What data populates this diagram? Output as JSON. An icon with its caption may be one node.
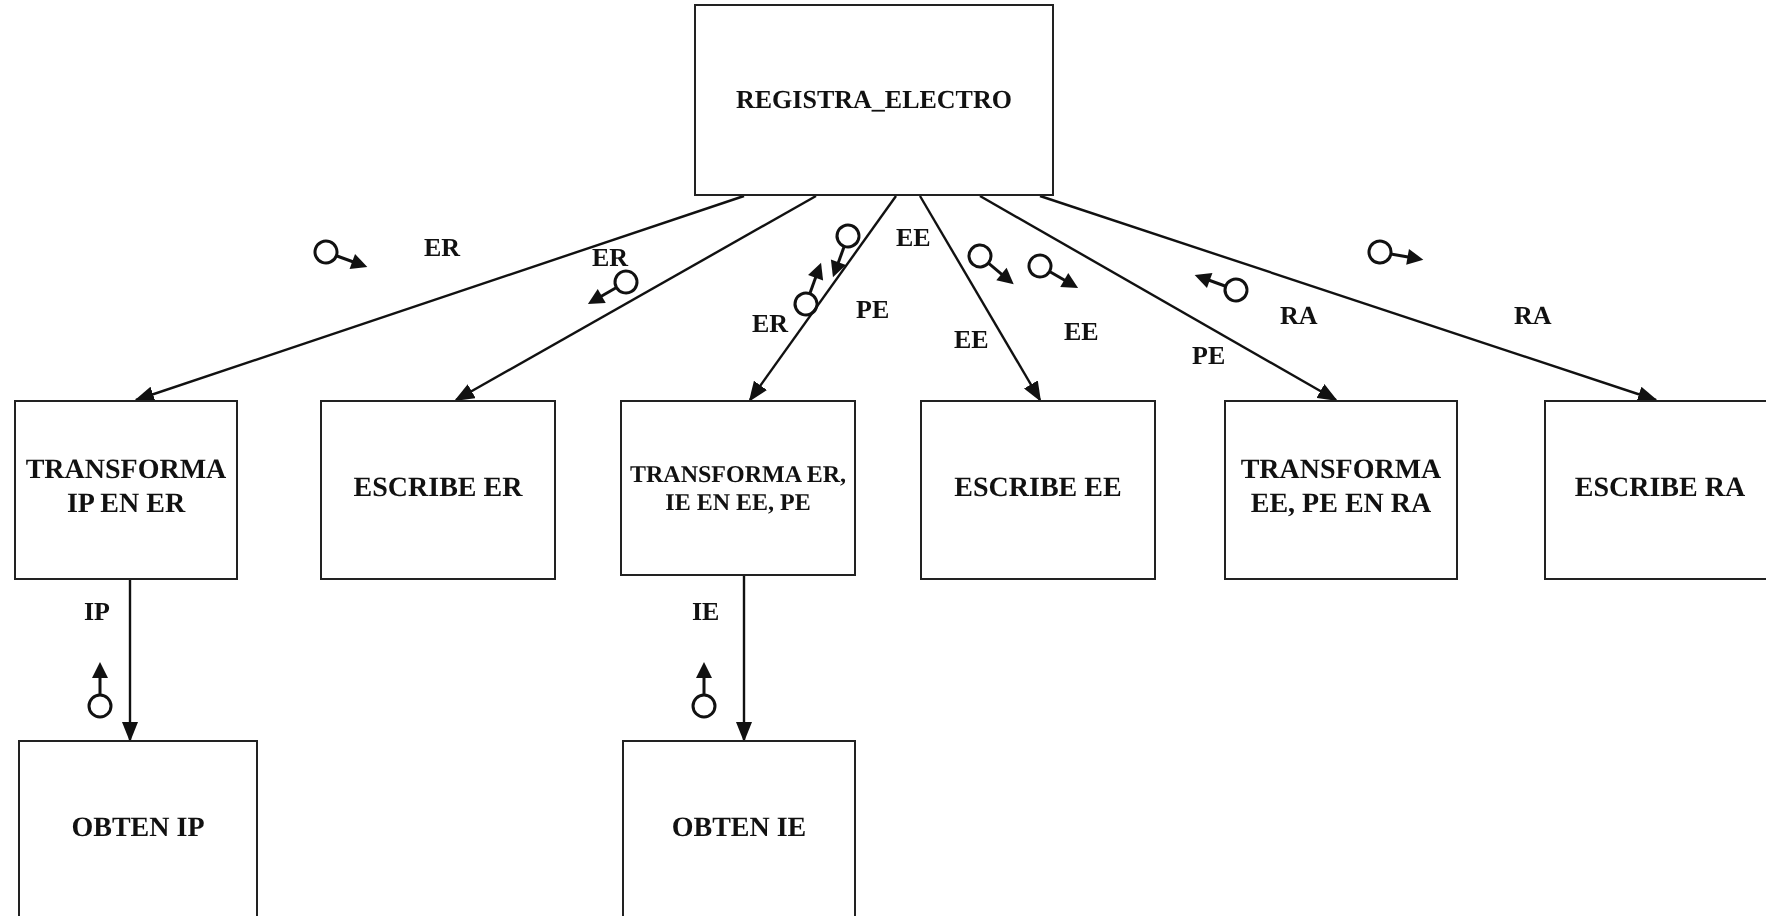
{
  "diagram": {
    "nodes": [
      {
        "text": [
          "REGISTRA_ELECTRO"
        ]
      },
      {
        "text": [
          "TRANSFORMA IP EN ER"
        ]
      },
      {
        "text": [
          "ESCRIBE ER"
        ]
      },
      {
        "text": [
          "TRANSFORMA ER, IE EN EE, PE"
        ]
      },
      {
        "text": [
          "ESCRIBE EE"
        ]
      },
      {
        "text": [
          "TRANSFORMA EE, PE EN RA"
        ]
      },
      {
        "text": [
          "ESCRIBE RA"
        ]
      },
      {
        "text": [
          "OBTEN IP"
        ]
      },
      {
        "text": [
          "OBTEN IE"
        ]
      }
    ],
    "edges": [
      {
        "from": 0,
        "to": 1,
        "arrow": "to"
      },
      {
        "from": 0,
        "to": 2,
        "arrow": "to"
      },
      {
        "from": 0,
        "to": 3,
        "arrow": "to"
      },
      {
        "from": 0,
        "to": 4,
        "arrow": "to"
      },
      {
        "from": 0,
        "to": 5,
        "arrow": "to"
      },
      {
        "from": 0,
        "to": 6,
        "arrow": "to"
      },
      {
        "from": 1,
        "to": 7,
        "arrow": "to"
      },
      {
        "from": 3,
        "to": 8,
        "arrow": "to"
      }
    ],
    "labels": [
      "ER",
      "ER",
      "EE",
      "ER",
      "PE",
      "EE",
      "EE",
      "PE",
      "RA",
      "RA",
      "IP",
      "IE"
    ]
  }
}
